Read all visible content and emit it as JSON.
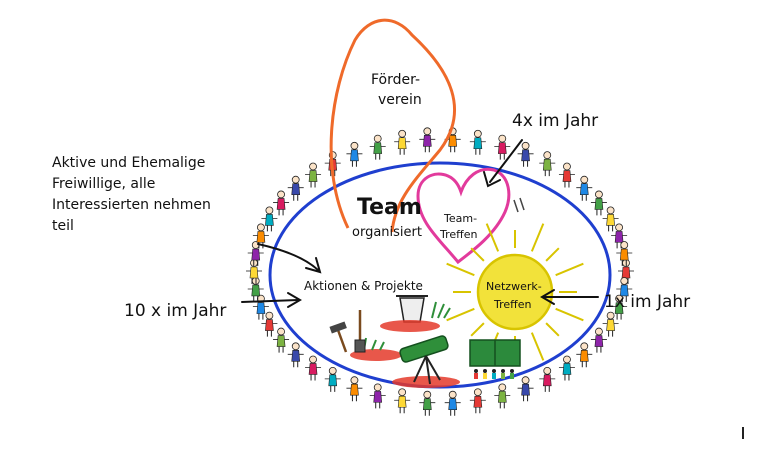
{
  "texts": {
    "foerderverein_line1": "Förder-",
    "foerderverein_line2": "verein",
    "team": "Team",
    "organisiert": "organisiert",
    "team_treffen_line1": "Team-",
    "team_treffen_line2": "Treffen",
    "netzwerk_line1": "Netzwerk-",
    "netzwerk_line2": "Treffen",
    "aktionen": "Aktionen & Projekte",
    "freq_team": "4x im Jahr",
    "freq_aktionen": "10 x im Jahr",
    "freq_netzwerk": "1x im Jahr",
    "intro_lines": [
      "Aktive und Ehemalige",
      "Freiwillige, alle",
      "Interessierten nehmen",
      "teil"
    ]
  },
  "colors": {
    "ring": "#1f3fcf",
    "foerderverein": "#ef6a2a",
    "heart": "#e23a9c",
    "sun": "#f2e23a",
    "sun_outline": "#d8c400",
    "ink": "#111111",
    "telescope": "#2f8f3a",
    "board": "#2c8a3c",
    "soil": "#e43a2a"
  },
  "people_colors": [
    "#e53935",
    "#1e88e5",
    "#43a047",
    "#fdd835",
    "#8e24aa",
    "#fb8c00",
    "#00acc1",
    "#d81b60",
    "#3949ab",
    "#7cb342"
  ]
}
